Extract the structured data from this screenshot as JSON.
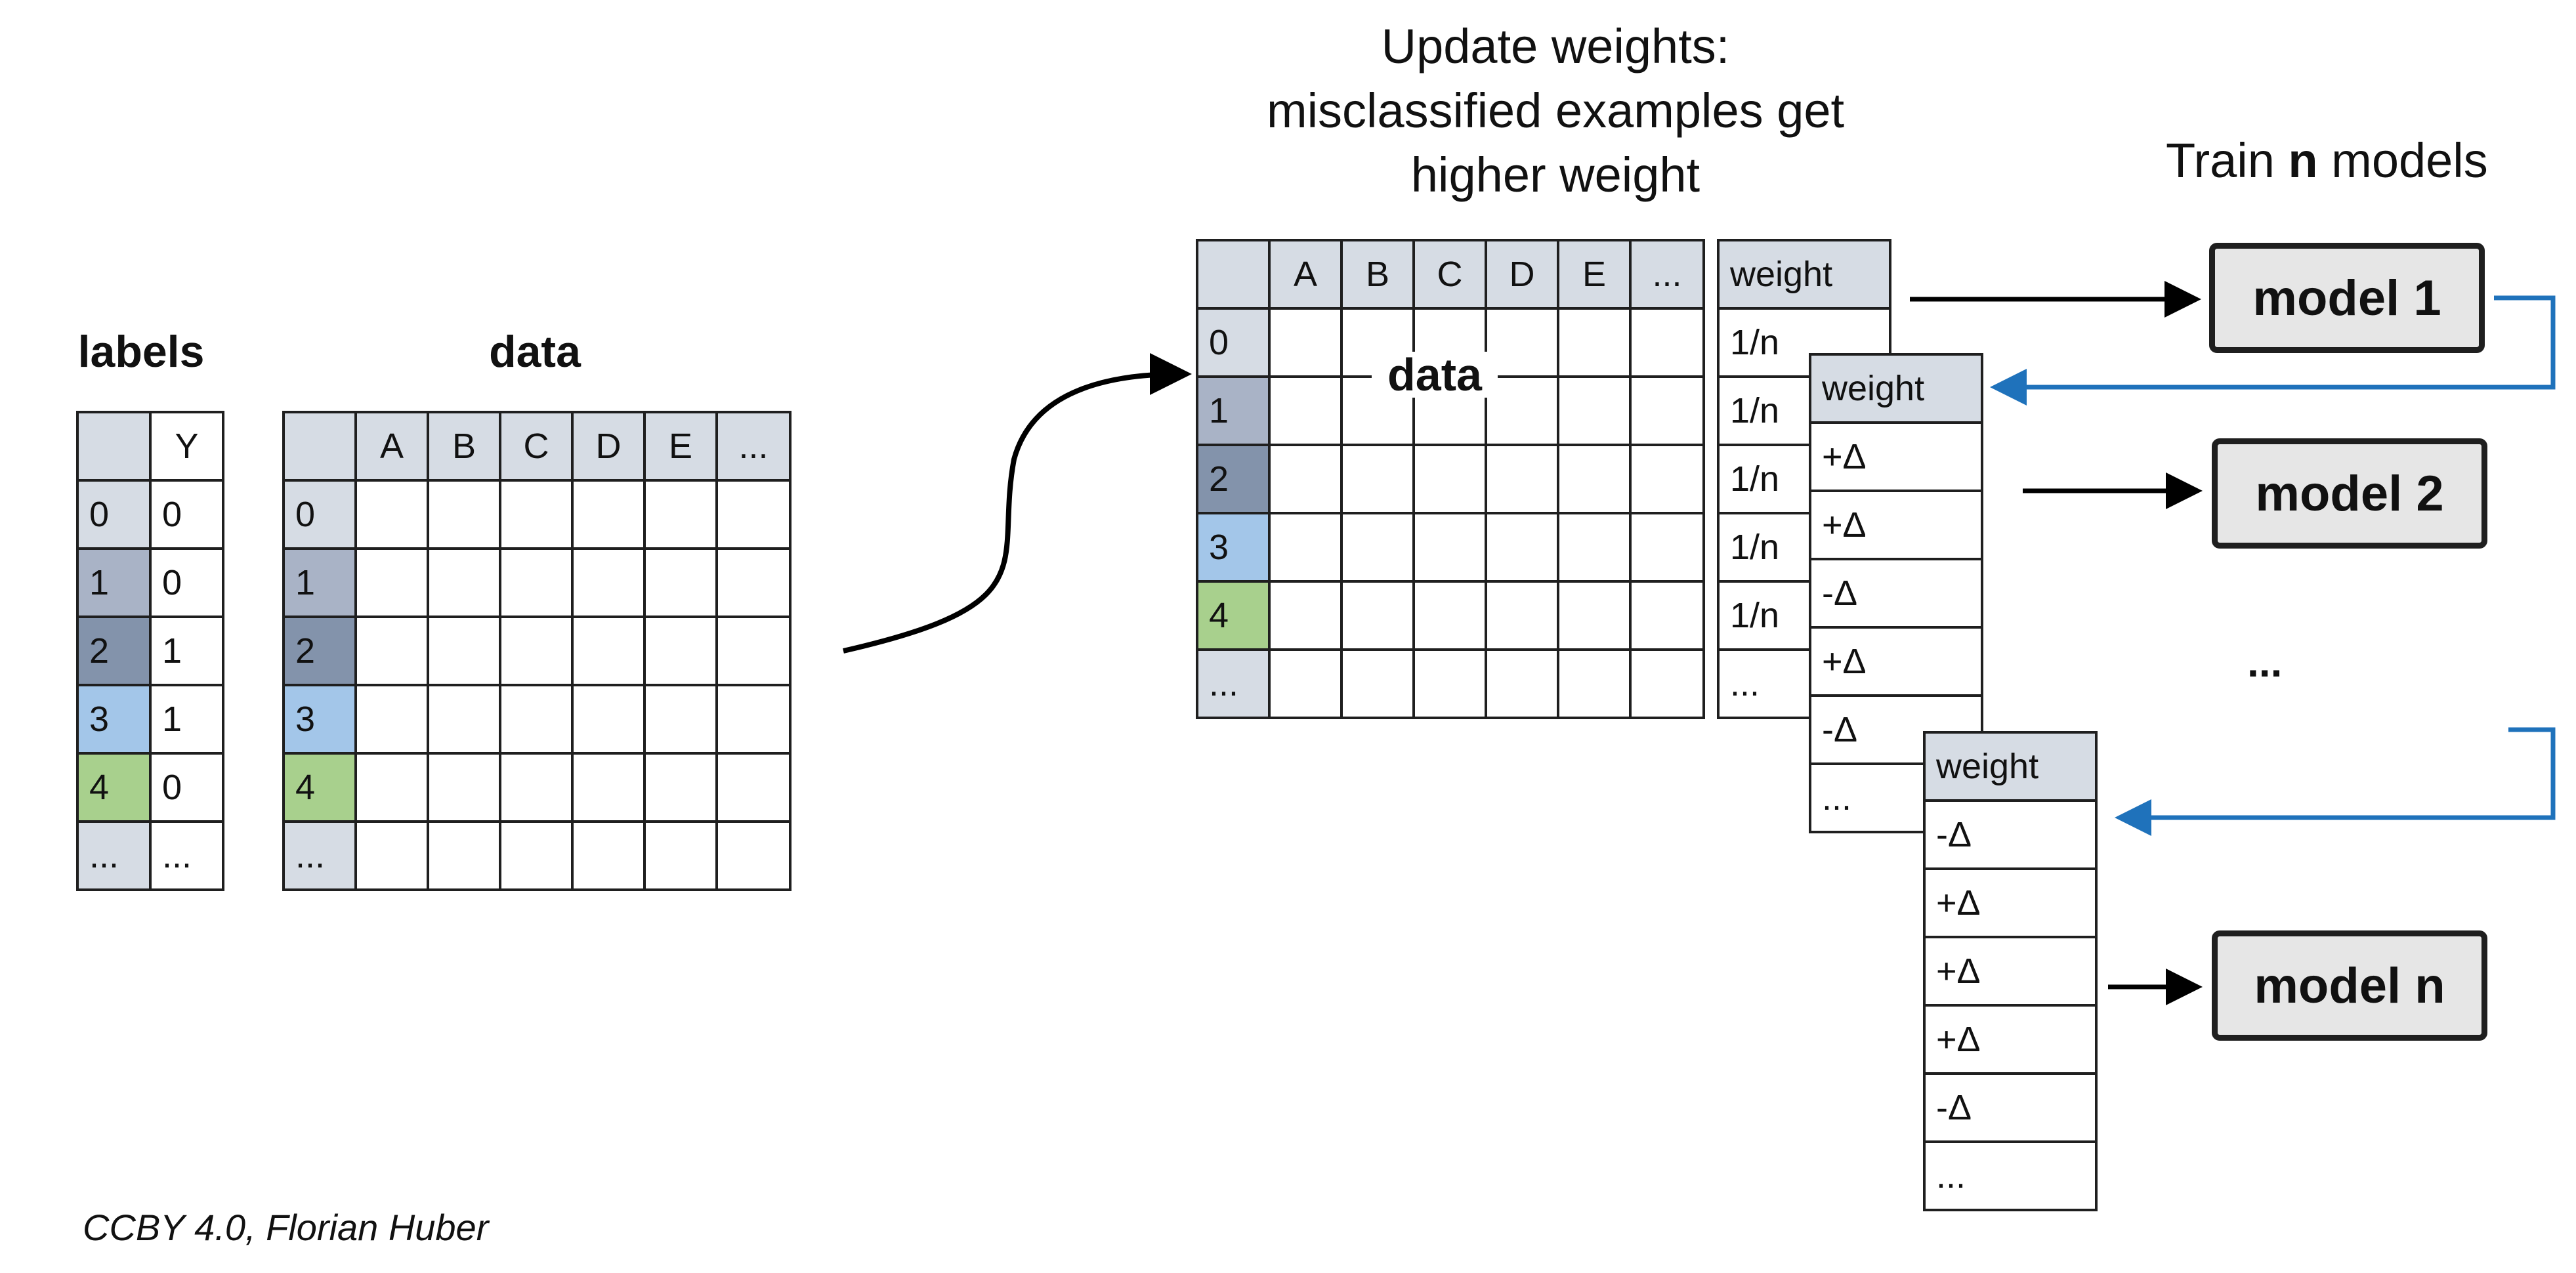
{
  "headers": {
    "labels": "labels",
    "data": "data",
    "update_title": [
      "Update weights:",
      "misclassified examples get",
      "higher weight"
    ],
    "train_prefix": "Train ",
    "train_n": "n",
    "train_suffix": " models"
  },
  "labels_table": {
    "header": [
      "",
      "Y"
    ],
    "rows": [
      [
        "0",
        "0"
      ],
      [
        "1",
        "0"
      ],
      [
        "2",
        "1"
      ],
      [
        "3",
        "1"
      ],
      [
        "4",
        "0"
      ],
      [
        "...",
        "..."
      ]
    ]
  },
  "data_table": {
    "header": [
      "",
      "A",
      "B",
      "C",
      "D",
      "E",
      "..."
    ],
    "index": [
      "0",
      "1",
      "2",
      "3",
      "4",
      "..."
    ]
  },
  "weighted_data_table": {
    "header": [
      "",
      "A",
      "B",
      "C",
      "D",
      "E",
      "..."
    ],
    "index": [
      "0",
      "1",
      "2",
      "3",
      "4",
      "..."
    ],
    "overlay_label": "data"
  },
  "weights_1": {
    "header": "weight",
    "values": [
      "1/n",
      "1/n",
      "1/n",
      "1/n",
      "1/n",
      "..."
    ]
  },
  "weights_2": {
    "header": "weight",
    "values": [
      "+Δ",
      "+Δ",
      "-Δ",
      "+Δ",
      "-Δ",
      "..."
    ]
  },
  "weights_3": {
    "header": "weight",
    "values": [
      "-Δ",
      "+Δ",
      "+Δ",
      "+Δ",
      "-Δ",
      "..."
    ]
  },
  "models": [
    "model 1",
    "model 2",
    "model n"
  ],
  "ellipsis": "...",
  "credit": "CCBY 4.0, Florian Huber",
  "colors": {
    "header_fill": "#d6dce4",
    "row1": "#a9b3c6",
    "row2": "#8393ab",
    "row3": "#a3c6e9",
    "row4": "#a8d08d",
    "feedback_arrow": "#1f72bb",
    "model_fill": "#e6e6e6"
  }
}
